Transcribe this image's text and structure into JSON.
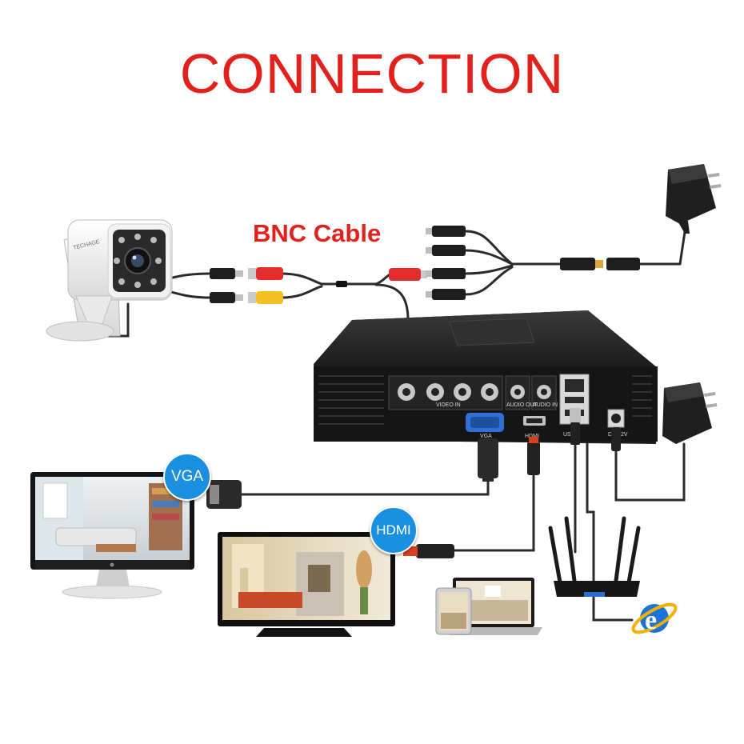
{
  "title": "CONNECTION",
  "bnc_label": "BNC Cable",
  "badges": {
    "vga": "VGA",
    "hdmi": "HDMI"
  },
  "dvr_labels": {
    "video_in": "VIDEO IN",
    "audio_out": "AUDIO OUT",
    "audio_in": "AUDIO IN",
    "vga": "VGA",
    "hdmi": "HDMI",
    "usb": "USB",
    "dc": "DC 12V"
  },
  "camera_brand": "TECHAGE",
  "colors": {
    "title": "#e3201b",
    "bnc_label": "#e3201b",
    "badge": "#1a8fe0",
    "dvr_body": "#1e1e1e",
    "cable": "#2b2b2b",
    "red_plug": "#e42c2c",
    "yellow_plug": "#f2c020",
    "vga_blue": "#2f6fd6",
    "ie_blue": "#1c73d6",
    "ie_ring": "#f4b000"
  },
  "icons": {
    "camera": "bullet-camera-icon",
    "dvr": "dvr-recorder-icon",
    "power_top": "power-adapter-icon",
    "power_mid": "power-adapter-icon",
    "monitor": "monitor-icon",
    "tv": "tv-icon",
    "laptop": "laptop-icon",
    "phone": "phone-icon",
    "router": "router-icon",
    "internet": "internet-explorer-icon"
  }
}
